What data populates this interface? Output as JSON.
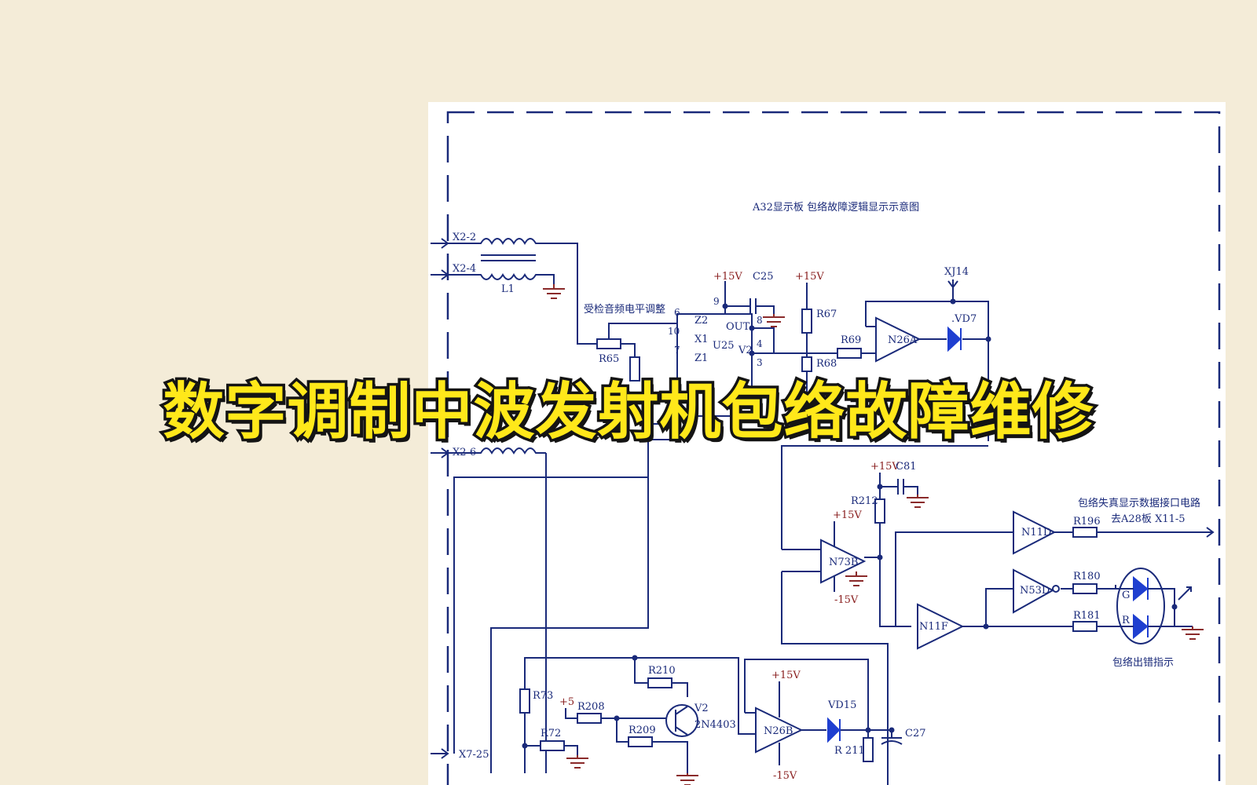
{
  "overlay_title": "数字调制中波发射机包络故障维修",
  "diagram": {
    "caption": "A32显示板  包络故障逻辑显示示意图",
    "inputs": {
      "x2_2": "X2-2",
      "x2_4": "X2-4",
      "x2_6": "X2-6",
      "x7_25": "X7-25"
    },
    "inductor_label": "L1",
    "level_adjust_label": "受检音频电平调整",
    "multiplier": {
      "name": "U25",
      "pins": {
        "z2": "Z2",
        "x1": "X1",
        "z1": "Z1",
        "out": "OUT",
        "v2": "V2"
      },
      "pin_numbers": {
        "p6": "6",
        "p10": "10",
        "p7": "7",
        "p9": "9",
        "p8": "8",
        "p4": "4",
        "p3": "3"
      }
    },
    "supplies": {
      "pos15": "+15V",
      "neg15": "-15V",
      "pos5": "+5"
    },
    "caps": {
      "c25": "C25",
      "c81": "C81",
      "c27": "C27"
    },
    "resistors": {
      "r65": "R65",
      "r67": "R67",
      "r68": "R68",
      "r69": "R69",
      "r212": "R212",
      "r196": "R196",
      "r180": "R180",
      "r181": "R181",
      "r73": "R73",
      "r72": "R72",
      "r208": "R208",
      "r209": "R209",
      "r210": "R210",
      "r211": "R 211"
    },
    "opamps": {
      "n26a": "N26A",
      "n73b": "N73B",
      "n26b": "N26B",
      "n11d": "N11D",
      "n53d": "N53D",
      "n11f": "N11F"
    },
    "diodes": {
      "vd7": ".VD7",
      "vd15": "VD15"
    },
    "transistor": {
      "v2": "V2",
      "model": "2N4403"
    },
    "test_point": "XJ14",
    "led_labels": {
      "g": "G",
      "r": "R"
    },
    "interface_label_1": "包络失真显示数据接口电路",
    "interface_label_2": "去A28板   X11-5",
    "indicator_label": "包络出错指示"
  }
}
